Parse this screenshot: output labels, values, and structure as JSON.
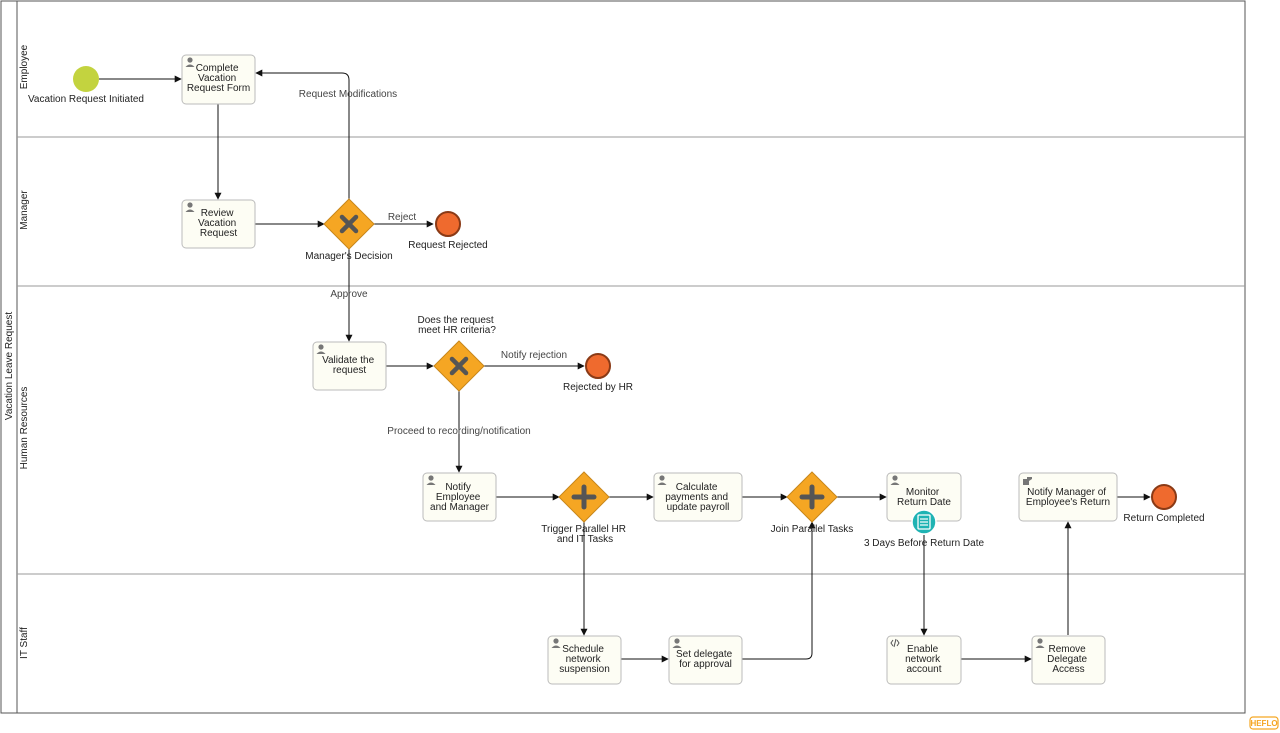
{
  "pool": {
    "label": "Vacation Leave Request"
  },
  "lanes": [
    {
      "id": "employee",
      "label": "Employee"
    },
    {
      "id": "manager",
      "label": "Manager"
    },
    {
      "id": "hr",
      "label": "Human Resources"
    },
    {
      "id": "it",
      "label": "IT Staff"
    }
  ],
  "events": {
    "start": {
      "label": "Vacation Request Initiated",
      "color": "#c3d33f"
    },
    "end_rejected": {
      "label": "Request Rejected",
      "color": "#ef6a2e"
    },
    "end_hr": {
      "label": "Rejected by HR",
      "color": "#ef6a2e"
    },
    "end_completed": {
      "label": "Return Completed",
      "color": "#ef6a2e"
    },
    "timer": {
      "label": "3 Days Before Return Date",
      "color": "#1fb3b3"
    }
  },
  "tasks": {
    "complete_form": {
      "lines": [
        "Complete",
        "Vacation",
        "Request Form"
      ],
      "icon": "user-icon"
    },
    "review": {
      "lines": [
        "Review",
        "Vacation",
        "Request"
      ],
      "icon": "user-icon"
    },
    "validate": {
      "lines": [
        "Validate the",
        "request"
      ],
      "icon": "user-icon"
    },
    "notify": {
      "lines": [
        "Notify",
        "Employee",
        "and Manager"
      ],
      "icon": "user-icon"
    },
    "calculate": {
      "lines": [
        "Calculate",
        "payments and",
        "update payroll"
      ],
      "icon": "user-icon"
    },
    "monitor": {
      "lines": [
        "Monitor",
        "Return Date"
      ],
      "icon": "user-icon"
    },
    "notify_manager": {
      "lines": [
        "Notify Manager of",
        "Employee's Return"
      ],
      "icon": "hand-icon"
    },
    "schedule": {
      "lines": [
        "Schedule",
        "network",
        "suspension"
      ],
      "icon": "user-icon"
    },
    "delegate": {
      "lines": [
        "Set delegate",
        "for approval"
      ],
      "icon": "user-icon"
    },
    "enable": {
      "lines": [
        "Enable",
        "network",
        "account"
      ],
      "icon": "script-icon"
    },
    "remove": {
      "lines": [
        "Remove",
        "Delegate",
        "Access"
      ],
      "icon": "user-icon"
    }
  },
  "gateways": {
    "manager_decision": {
      "lines": [
        "Manager's Decision"
      ],
      "type": "exclusive",
      "color": "#f5a623"
    },
    "hr_criteria": {
      "lines": [
        "Does the request",
        "meet HR criteria?"
      ],
      "type": "exclusive",
      "color": "#f5a623"
    },
    "trigger": {
      "lines": [
        "Trigger Parallel HR",
        "and IT Tasks"
      ],
      "type": "parallel",
      "color": "#f5a623"
    },
    "join": {
      "lines": [
        "Join Parallel Tasks"
      ],
      "type": "parallel",
      "color": "#f5a623"
    }
  },
  "flows": {
    "request_modifications": "Request Modifications",
    "reject": "Reject",
    "approve": "Approve",
    "notify_rejection": "Notify rejection",
    "proceed": "Proceed to recording/notification"
  },
  "logo": "HEFLO"
}
